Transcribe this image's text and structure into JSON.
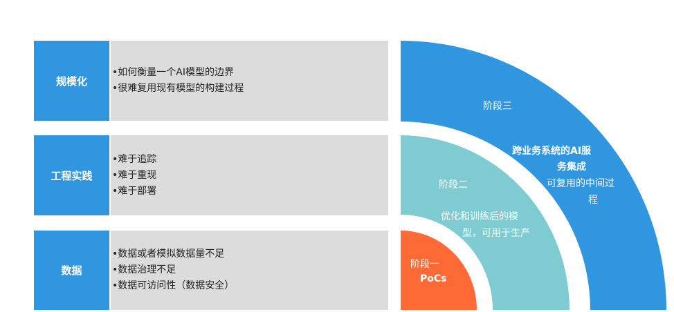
{
  "challenges": [
    {
      "label": "规模化",
      "items": [
        "如何衡量一个AI模型的边界",
        "很难复用现有模型的构建过程"
      ]
    },
    {
      "label": "工程实践",
      "items": [
        "难于追踪",
        "难于重现",
        "难于部署"
      ]
    },
    {
      "label": "数据",
      "items": [
        "数据或者模拟数据量不足",
        "数据治理不足",
        "数据可访问性（数据安全）"
      ]
    }
  ],
  "stages": {
    "stage1": {
      "title": "阶段一",
      "desc": "PoCs",
      "color": "#fe6a35"
    },
    "stage2": {
      "title": "阶段二",
      "desc_line1": "优化和训练后的模",
      "desc_line2": "型，可用于生产",
      "color": "#7ecbd2"
    },
    "stage3": {
      "title": "阶段三",
      "desc_line1": "跨业务系统的AI服",
      "desc_line2": "务集成",
      "desc_line3": "可复用的中间过",
      "desc_line4": "程",
      "color": "#3196e0"
    }
  },
  "colors": {
    "label_bg": "#3196e0",
    "body_bg": "#dcdcdc"
  }
}
